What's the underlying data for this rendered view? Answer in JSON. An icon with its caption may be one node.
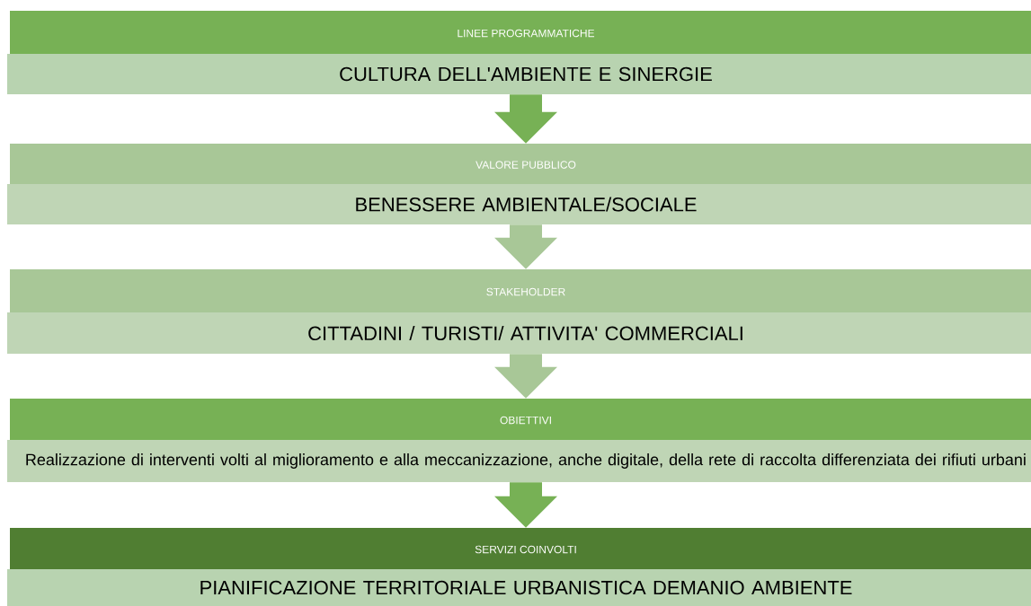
{
  "diagram": {
    "nodes": [
      {
        "text": [
          "LINEE PROGRAMMATICHE",
          "CULTURA DELL'AMBIENTE E SINERGIE"
        ]
      },
      {
        "text": [
          "VALORE PUBBLICO",
          "BENESSERE AMBIENTALE/SOCIALE"
        ]
      },
      {
        "text": [
          "STAKEHOLDER",
          "CITTADINI / TURISTI/ ATTIVITA' COMMERCIALI"
        ]
      },
      {
        "text": [
          "OBIETTIVI",
          "Realizzazione di interventi volti al miglioramento e alla meccanizzazione, anche digitale, della rete di raccolta differenziata dei rifiuti urbani"
        ]
      },
      {
        "text": [
          "SERVIZI COINVOLTI",
          "PIANIFICAZIONE TERRITORIALE URBANISTICA DEMANIO AMBIENTE"
        ]
      }
    ],
    "edges": [
      {
        "from": 0,
        "to": 1,
        "arrow": "to",
        "color": "#77b155"
      },
      {
        "from": 1,
        "to": 2,
        "arrow": "to",
        "color": "#a8c797"
      },
      {
        "from": 2,
        "to": 3,
        "arrow": "to",
        "color": "#a8c797"
      },
      {
        "from": 3,
        "to": 4,
        "arrow": "to",
        "color": "#77b155"
      }
    ]
  }
}
